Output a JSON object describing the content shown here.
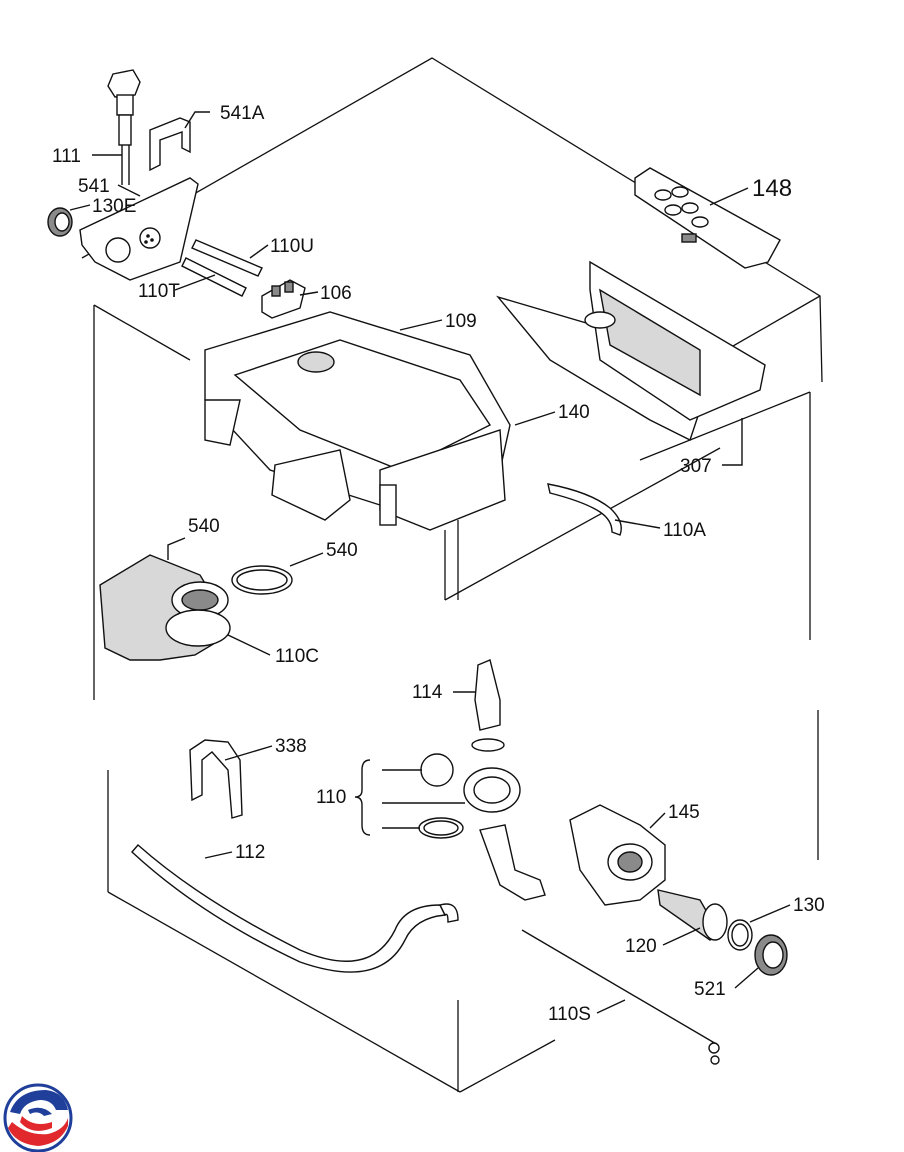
{
  "labels": {
    "p111": "111",
    "p541a": "541A",
    "p541": "541",
    "p130e": "130E",
    "p110u": "110U",
    "p110t": "110T",
    "p106": "106",
    "p109": "109",
    "p148": "148",
    "p140": "140",
    "p307": "307",
    "p110a": "110A",
    "p540a": "540",
    "p540b": "540",
    "p110c": "110C",
    "p114": "114",
    "p338": "338",
    "p110": "110",
    "p145": "145",
    "p112": "112",
    "p130": "130",
    "p120": "120",
    "p521": "521",
    "p110s": "110S"
  },
  "colors": {
    "line": "#111111",
    "logo_red": "#e0282d",
    "logo_blue": "#1f3f9a"
  },
  "logo": {
    "icon": "brand-logo-icon"
  }
}
